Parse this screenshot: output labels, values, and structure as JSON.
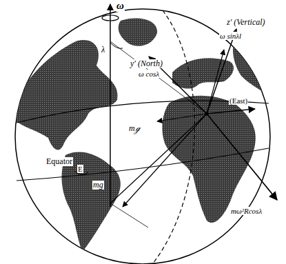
{
  "diagram": {
    "labels": [
      "ω",
      "z′ (Vertical)",
      "ω sinλl",
      "λ",
      "y′ (North)",
      "ω cosλ",
      "(East)",
      "mℊ",
      "Equator",
      "E",
      "mg",
      "mω²Rcosλ"
    ]
  }
}
